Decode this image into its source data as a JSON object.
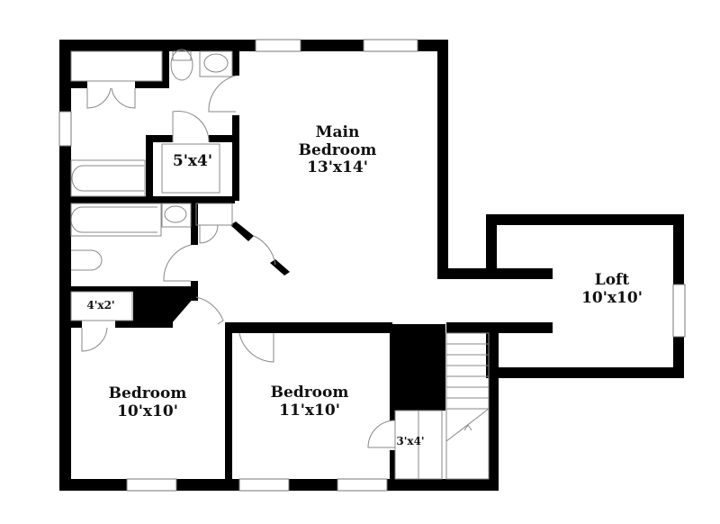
{
  "floorplan": {
    "colors": {
      "wall": "#000000",
      "fixture": "#8a8a8a",
      "background": "#ffffff"
    },
    "rooms": [
      {
        "id": "main_bedroom",
        "name_line1": "Main",
        "name_line2": "Bedroom",
        "size": "13'x14'"
      },
      {
        "id": "loft",
        "name": "Loft",
        "size": "10'x10'"
      },
      {
        "id": "bedroom_left",
        "name": "Bedroom",
        "size": "10'x10'"
      },
      {
        "id": "bedroom_middle",
        "name": "Bedroom",
        "size": "11'x10'"
      },
      {
        "id": "main_closet",
        "size": "5'x4'"
      },
      {
        "id": "hall_closet",
        "size": "4'x2'"
      },
      {
        "id": "stair_closet",
        "size": "3'x4'"
      }
    ]
  }
}
